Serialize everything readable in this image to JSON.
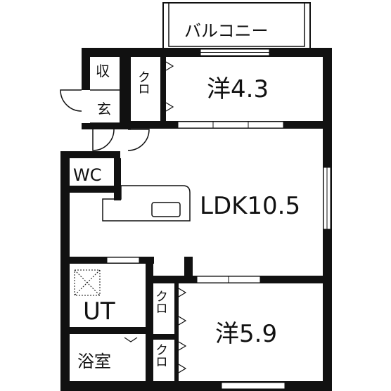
{
  "rooms": {
    "balcony": "バルコニー",
    "storage": "収",
    "entrance": "玄",
    "closet_top": "クロ",
    "western_top": "洋4.3",
    "wc": "WC",
    "ldk": "LDK10.5",
    "ut": "UT",
    "closet_lower_1": "クロ",
    "closet_lower_2": "クロ",
    "western_bottom": "洋5.9",
    "bath": "浴室"
  }
}
